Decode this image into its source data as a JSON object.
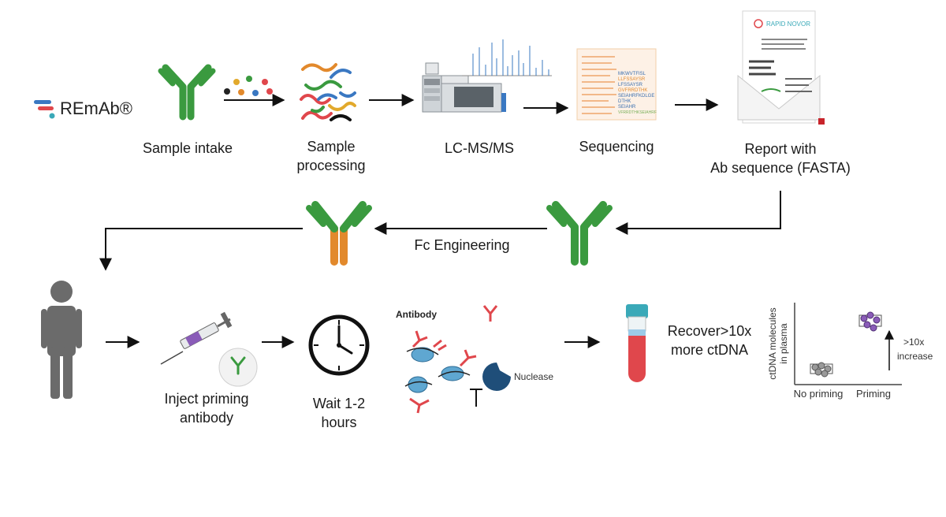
{
  "brand": {
    "name": "REmAb®"
  },
  "steps": {
    "sample_intake": "Sample intake",
    "sample_processing_1": "Sample",
    "sample_processing_2": "processing",
    "lcms": "LC-MS/MS",
    "sequencing": "Sequencing",
    "report_1": "Report with",
    "report_2": "Ab sequence (FASTA)"
  },
  "report_doc": {
    "logo_text": "RAPID NOVOR"
  },
  "sequence_doc": {
    "lines": [
      "MKWVTFISL",
      "LLFSSAYSR",
      "LFSSAYSR",
      "GVFRRDTHK",
      "SEIAHRFKDLGE",
      "DTHK",
      "SEIAHR",
      "VFRRDTHKSEIAHRF"
    ],
    "colors": [
      "#3a6fb0",
      "#e0892e",
      "#3a6fb0",
      "#e0892e",
      "#3a6fb0",
      "#3a6fb0",
      "#3a6fb0",
      "#7ab05a"
    ]
  },
  "engineering": {
    "label": "Fc Engineering"
  },
  "bottom": {
    "inject_1": "Inject priming",
    "inject_2": "antibody",
    "wait_1": "Wait 1-2",
    "wait_2": "hours",
    "antibody": "Antibody",
    "nuclease": "Nuclease",
    "recover_1": "Recover>10x",
    "recover_2": "more ctDNA"
  },
  "plot": {
    "ylabel_1": "ctDNA molecules",
    "ylabel_2": "in plasma",
    "x_no_priming": "No priming",
    "x_priming": "Priming",
    "increase_1": ">10x",
    "increase_2": "increase"
  },
  "colors": {
    "antibody_green": "#3a9a3f",
    "antibody_orange": "#e2892c",
    "tube_red": "#e0474c",
    "tube_cap": "#3aa9b8",
    "person": "#6b6b6b",
    "nuclease": "#1f4e79",
    "priming_dots": "#8a5cb8",
    "no_priming_dots": "#9a9a9a"
  }
}
